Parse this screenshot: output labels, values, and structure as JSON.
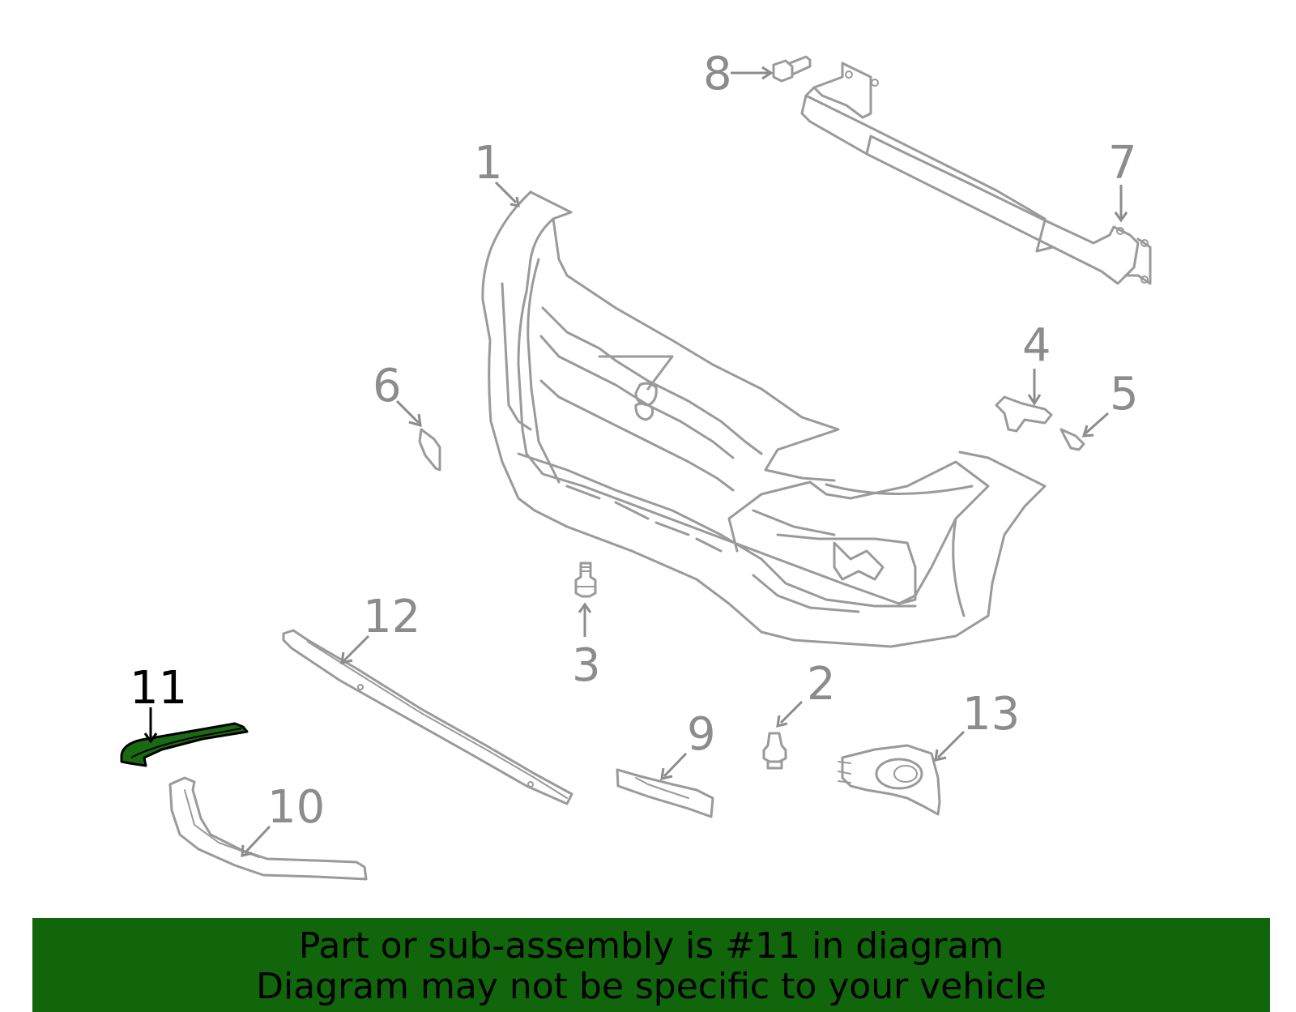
{
  "diagram": {
    "highlighted_part": "11",
    "callouts": [
      "1",
      "2",
      "3",
      "4",
      "5",
      "6",
      "7",
      "8",
      "9",
      "10",
      "11",
      "12",
      "13"
    ],
    "colors": {
      "parts": "#9a9a9a",
      "highlight": "#1a6a12",
      "banner": "#11650b"
    }
  },
  "banner": {
    "line1": "Part or sub-assembly is #11 in diagram",
    "line2": "Diagram may not be specific to your vehicle"
  }
}
